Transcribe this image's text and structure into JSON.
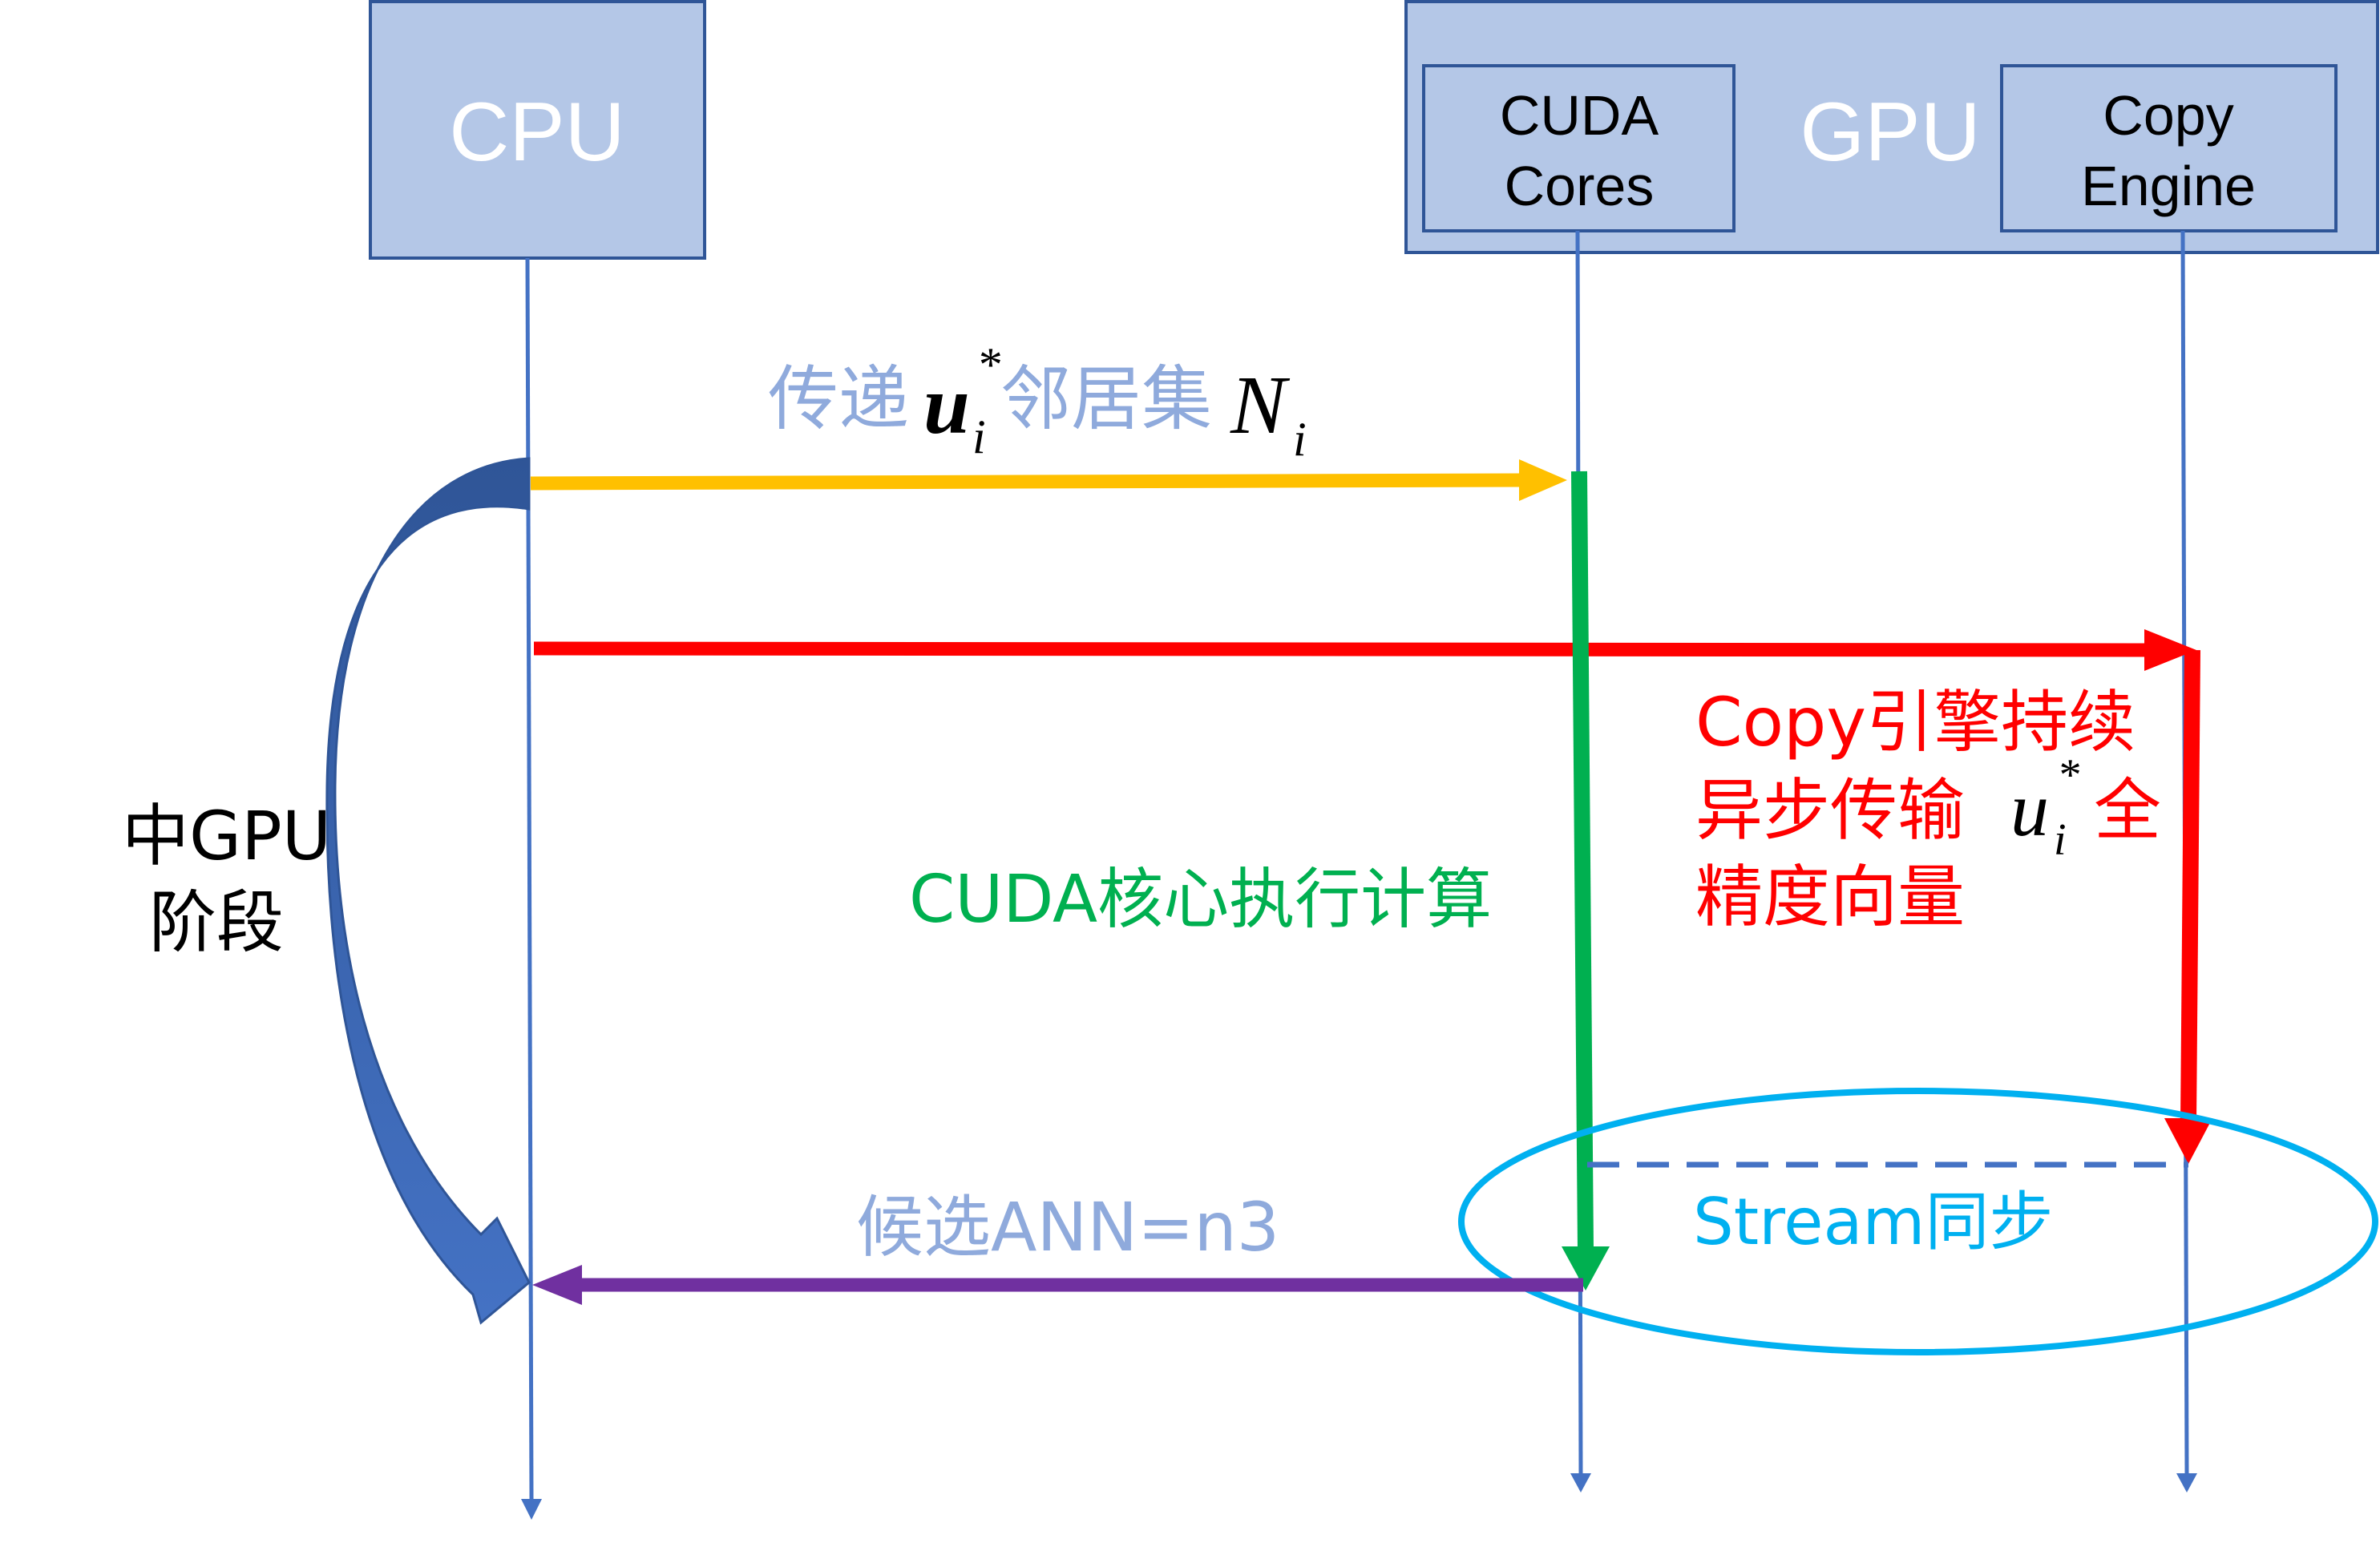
{
  "boxes": {
    "cpu": "CPU",
    "gpu": "GPU",
    "cuda_cores_line1": "CUDA",
    "cuda_cores_line2": "Cores",
    "copy_engine_line1": "Copy",
    "copy_engine_line2": "Engine"
  },
  "messages": {
    "transfer_prefix": "传递",
    "transfer_var_u": "u",
    "transfer_sub_i": "i",
    "transfer_star": "*",
    "transfer_middle": "邻居集",
    "transfer_var_N": "N",
    "transfer_sub_i2": "i",
    "cuda_compute": "CUDA核心执行计算",
    "copy_line1": "Copy引擎持续",
    "copy_line2_prefix": "异步传输",
    "copy_var_u": "u",
    "copy_sub_i": "i",
    "copy_star": "*",
    "copy_line2_suffix": "全",
    "copy_line3": "精度向量",
    "stream_sync": "Stream同步",
    "candidate": "候选ANN=n3",
    "phase_line1": "中GPU",
    "phase_line2": "阶段"
  },
  "colors": {
    "box_fill": "#b4c7e7",
    "box_stroke": "#2f5597",
    "lifeline": "#4472c4",
    "yellow_arrow": "#ffc000",
    "red_arrow": "#ff0000",
    "green_arrow": "#00b050",
    "purple_arrow": "#7030a0",
    "sync_ellipse": "#00b0f0",
    "label_grey_blue": "#8faadc",
    "phase_arrow": "#2f5597"
  }
}
